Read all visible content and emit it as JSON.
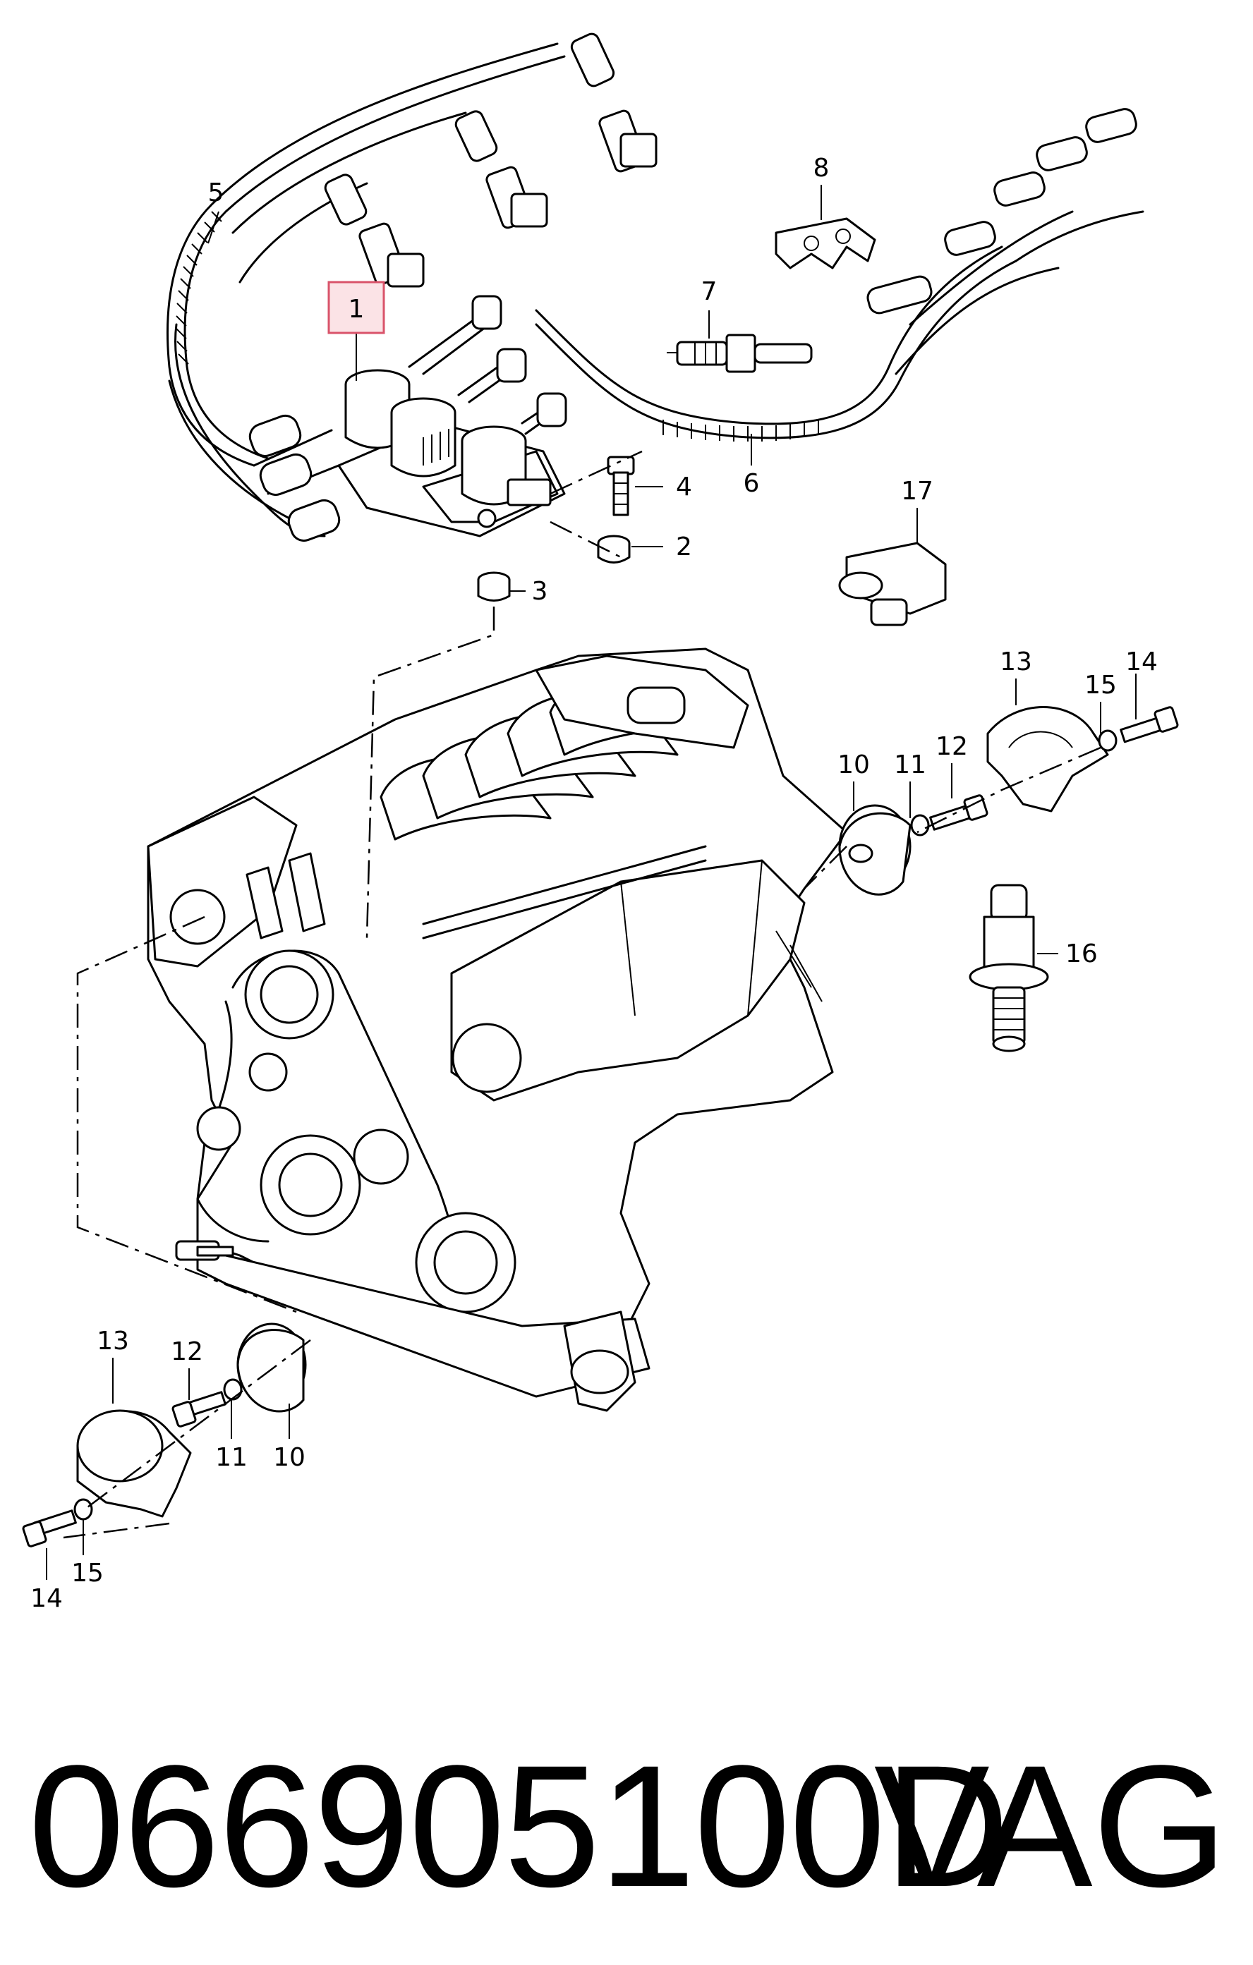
{
  "diagram": {
    "callouts": {
      "c1": "1",
      "c2": "2",
      "c3": "3",
      "c4": "4",
      "c5": "5",
      "c6": "6",
      "c7": "7",
      "c8": "8",
      "c10a": "10",
      "c11a": "11",
      "c12a": "12",
      "c13a": "13",
      "c14a": "14",
      "c15a": "15",
      "c16": "16",
      "c17": "17",
      "c10b": "10",
      "c11b": "11",
      "c12b": "12",
      "c13b": "13",
      "c14b": "14",
      "c15b": "15"
    },
    "highlight_color": "#d9536a"
  },
  "footer": {
    "part_number": "066905100D",
    "brand": "VAG"
  }
}
